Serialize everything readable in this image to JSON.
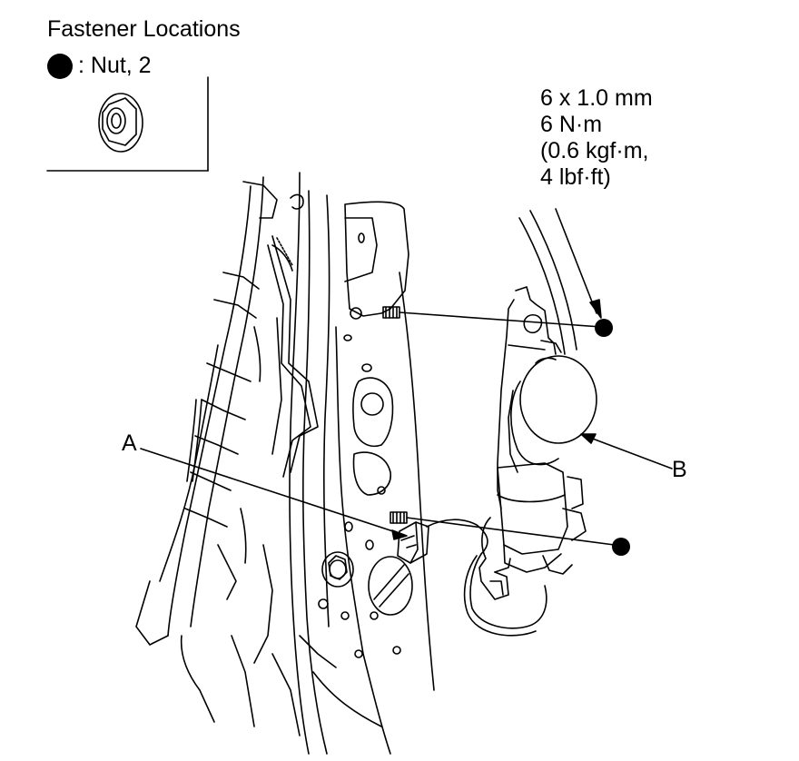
{
  "header": {
    "title": "Fastener Locations"
  },
  "legend": {
    "symbol_icon": "filled-circle-icon",
    "text": ": Nut, 2",
    "nut_icon": "flange-nut-icon"
  },
  "spec": {
    "lines": [
      "6 x 1.0 mm",
      "6 N·m",
      "(0.6 kgf·m,",
      "4 lbf·ft)"
    ]
  },
  "callouts": {
    "a": "A",
    "b": "B"
  },
  "colors": {
    "ink": "#000000",
    "paper": "#ffffff"
  }
}
